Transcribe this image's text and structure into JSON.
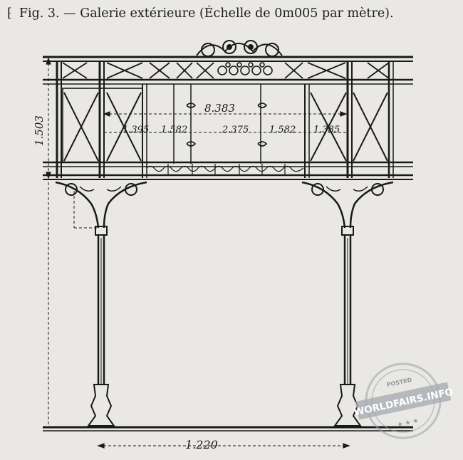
{
  "caption": {
    "marker": "⁅",
    "text": "Fig. 3. — Galerie extérieure (Échelle de 0m005 par mètre)."
  },
  "dimensions": {
    "height_label": "1.503",
    "span_label": "8.383",
    "segments": [
      "1.395",
      "1.582",
      "2.375",
      "1.582",
      "1.385"
    ],
    "bottom_label": "1.220"
  },
  "stamp": {
    "top": "POSTED",
    "main": "WORLDFAIRS.INFO",
    "stars": "★ ★ ★"
  },
  "colors": {
    "ink": "#1a1a1a",
    "paper": "#e9e8e4",
    "stamp": "#9aa0a8"
  }
}
